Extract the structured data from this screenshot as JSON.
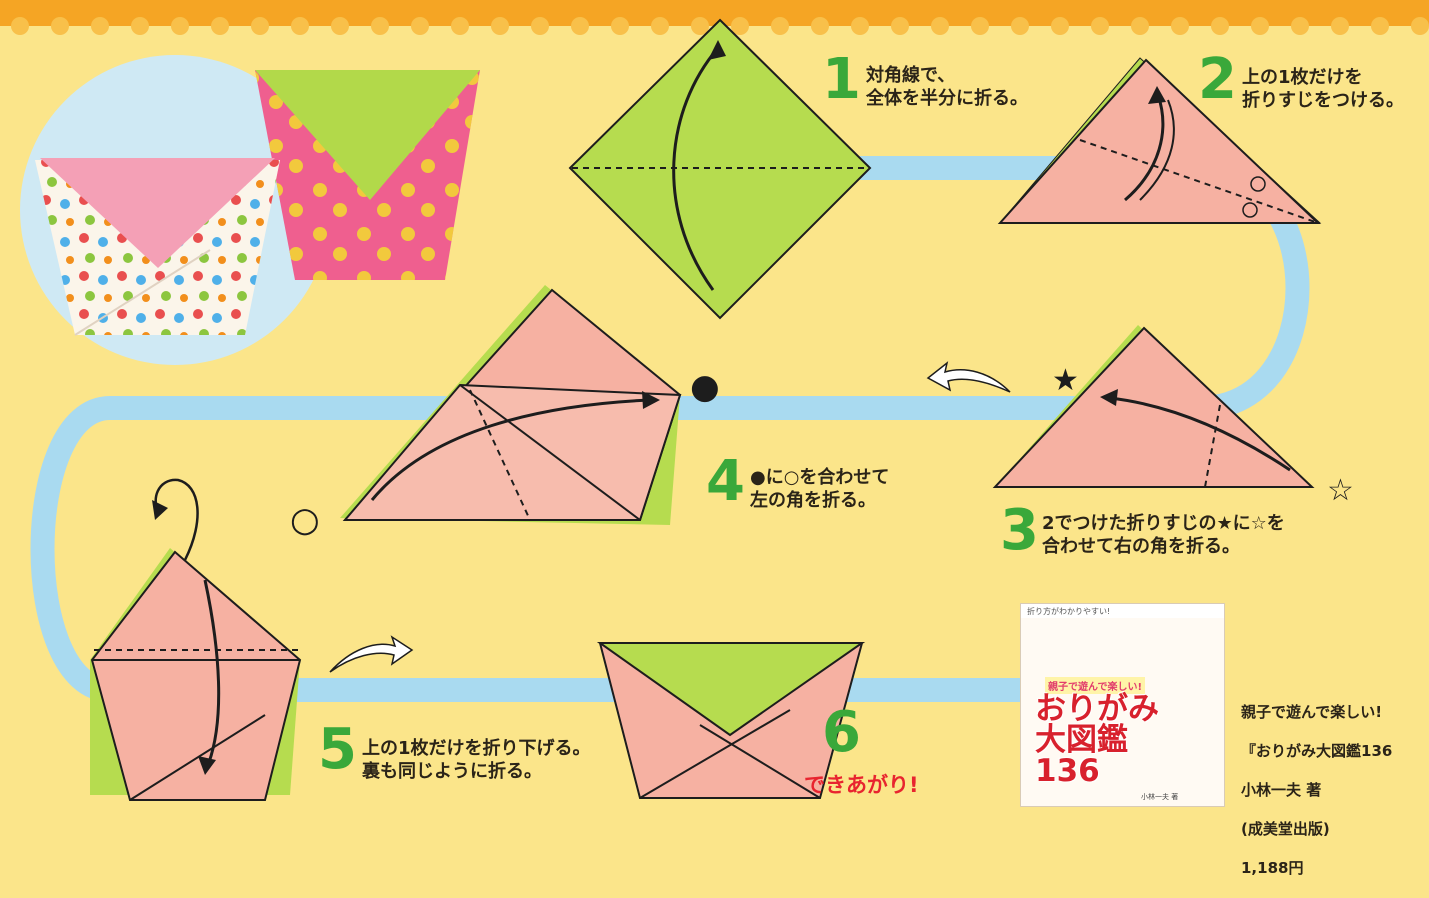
{
  "steps": [
    {
      "number": "1",
      "text": "対角線で、\n全体を半分に折る。"
    },
    {
      "number": "2",
      "text": "上の1枚だけを\n折りすじをつける。"
    },
    {
      "number": "3",
      "text": "2でつけた折りすじの★に☆を\n合わせて右の角を折る。"
    },
    {
      "number": "4",
      "text": "●に○を合わせて\n左の角を折る。"
    },
    {
      "number": "5",
      "text": "上の1枚だけを折り下げる。\n裏も同じように折る。"
    },
    {
      "number": "6",
      "text": "できあがり!"
    }
  ],
  "symbols": {
    "star_filled": "★",
    "star_outline": "☆",
    "dot_filled": "●",
    "dot_outline": "○"
  },
  "book": {
    "top_caption": "折り方がわかりやすい!",
    "subtitle": "親子で遊んで楽しい!",
    "title": "おりがみ\n大図鑑\n136",
    "author_line": "小林一夫 著"
  },
  "book_info": {
    "line1": "親子で遊んで楽しい!",
    "line2": "『おりがみ大図鑑136",
    "line3": "小林一夫 著",
    "line4": "(成美堂出版)",
    "line5": "1,188円"
  },
  "colors": {
    "background": "#fbe58a",
    "banner": "#f5a524",
    "path": "#a9daf0",
    "paper_green": "#b6dc4f",
    "paper_pink": "#f6b1a2",
    "step_number": "#3aa83a",
    "done_text": "#e8242f"
  },
  "icons": [
    "curved-fold-arrow-icon",
    "turn-over-arrow-icon",
    "hollow-next-arrow-icon"
  ]
}
